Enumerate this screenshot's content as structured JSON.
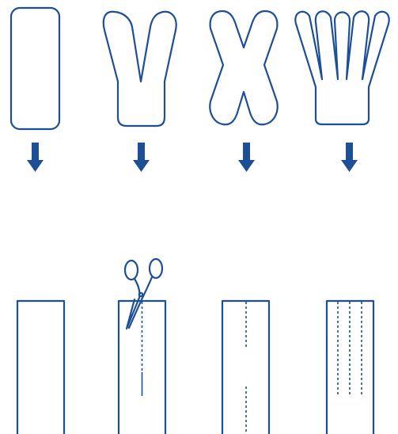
{
  "colors": {
    "ink": "#1d4f96",
    "arrow": "#1d4f96",
    "background": "#ffffff"
  },
  "icons": {
    "transition": "down-arrow-icon",
    "tool": "scissors-icon"
  },
  "tape_shapes": [
    {
      "name": "i-strip"
    },
    {
      "name": "y-strip"
    },
    {
      "name": "x-strip"
    },
    {
      "name": "fan-strip"
    }
  ],
  "strip_cut_patterns": [
    {
      "name": "uncut-strip",
      "cuts": 0
    },
    {
      "name": "single-center-cut-strip",
      "cuts": 1
    },
    {
      "name": "two-end-cuts-strip",
      "cuts": 2
    },
    {
      "name": "three-parallel-cuts-strip",
      "cuts": 3
    }
  ]
}
